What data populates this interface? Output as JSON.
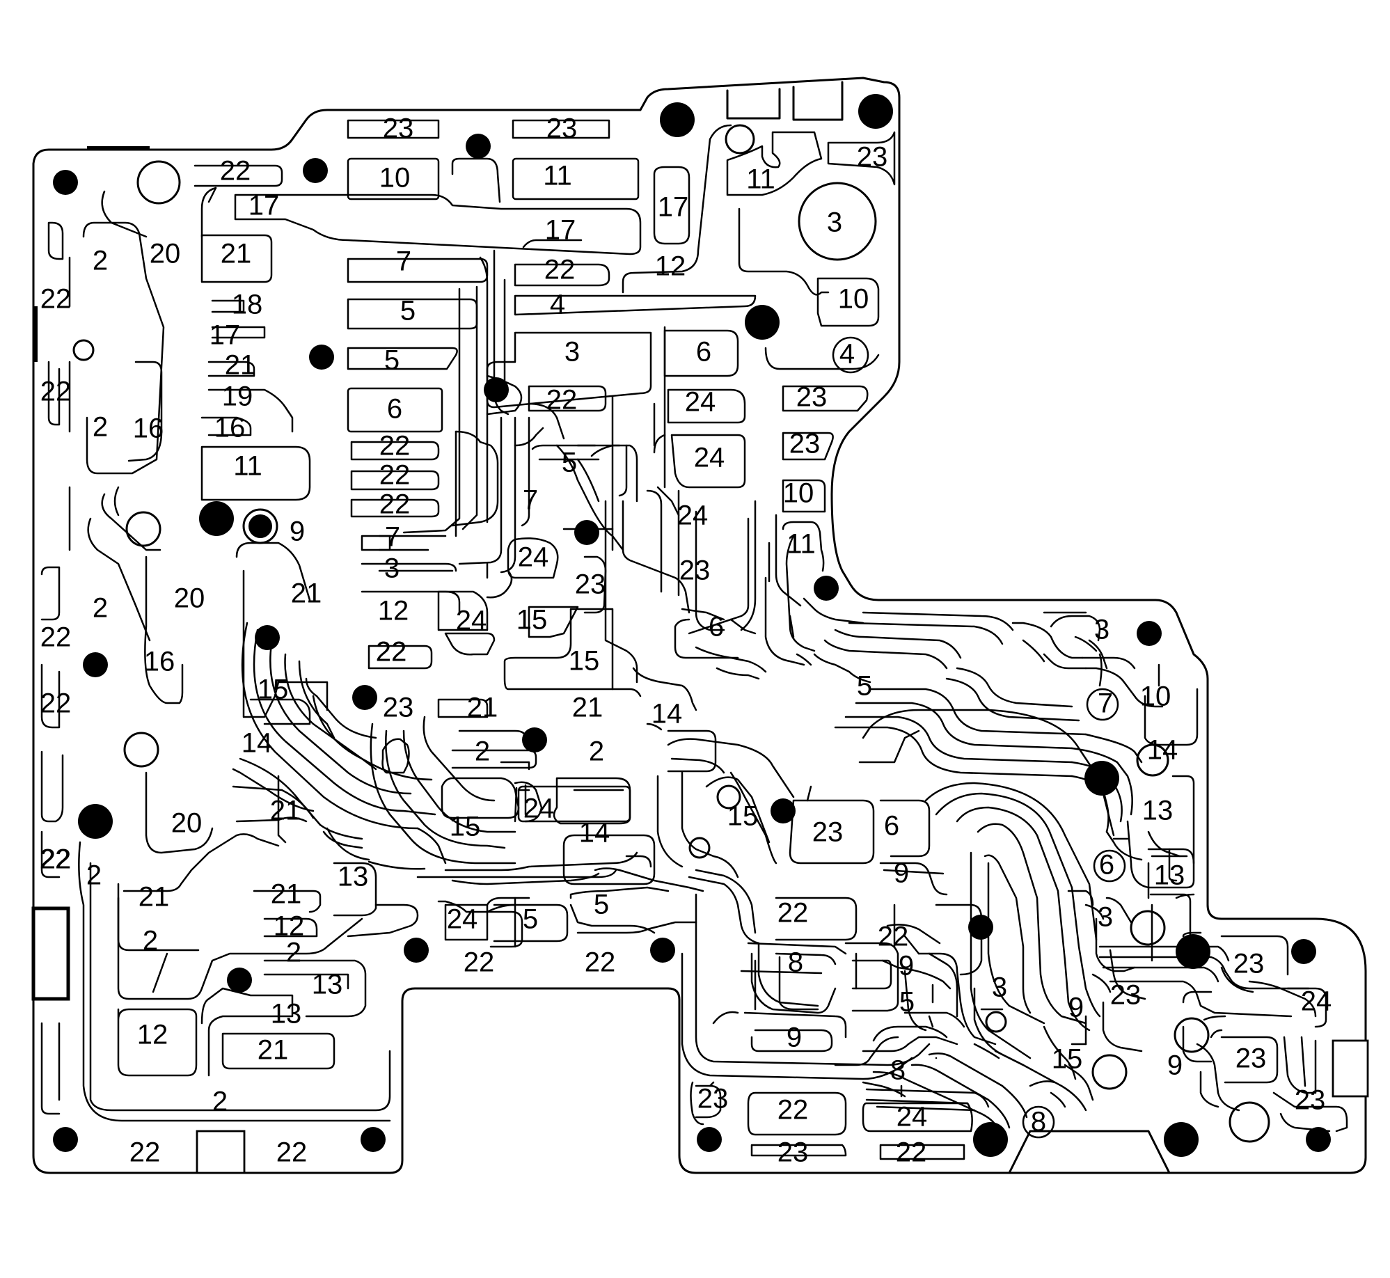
{
  "figure": {
    "description_labels": "passage numbers on valve body spacer plate / gasket",
    "labels": [
      {
        "id": "l23a",
        "text": "23"
      },
      {
        "id": "l23b",
        "text": "23"
      },
      {
        "id": "l23c",
        "text": "23"
      },
      {
        "id": "l22a",
        "text": "22"
      },
      {
        "id": "l10a",
        "text": "10"
      },
      {
        "id": "l11a",
        "text": "11"
      },
      {
        "id": "l11b",
        "text": "11"
      },
      {
        "id": "l17a",
        "text": "17"
      },
      {
        "id": "l17b",
        "text": "17"
      },
      {
        "id": "l17c",
        "text": "17"
      },
      {
        "id": "l3a",
        "text": "3"
      },
      {
        "id": "l2a",
        "text": "2"
      },
      {
        "id": "l20a",
        "text": "20"
      },
      {
        "id": "l21a",
        "text": "21"
      },
      {
        "id": "l7a",
        "text": "7"
      },
      {
        "id": "l22b",
        "text": "22"
      },
      {
        "id": "l12a",
        "text": "12"
      },
      {
        "id": "l22c",
        "text": "22"
      },
      {
        "id": "l18a",
        "text": "18"
      },
      {
        "id": "l5a",
        "text": "5"
      },
      {
        "id": "l4a",
        "text": "4"
      },
      {
        "id": "l10b",
        "text": "10"
      },
      {
        "id": "l17d",
        "text": "17"
      },
      {
        "id": "l3b",
        "text": "3"
      },
      {
        "id": "l6a",
        "text": "6"
      },
      {
        "id": "l4b",
        "text": "4"
      },
      {
        "id": "l22d",
        "text": "22"
      },
      {
        "id": "l21b",
        "text": "21"
      },
      {
        "id": "l5b",
        "text": "5"
      },
      {
        "id": "l22e",
        "text": "22"
      },
      {
        "id": "l23d",
        "text": "23"
      },
      {
        "id": "l19a",
        "text": "19"
      },
      {
        "id": "l6b",
        "text": "6"
      },
      {
        "id": "l22f",
        "text": "22"
      },
      {
        "id": "l24a",
        "text": "24"
      },
      {
        "id": "l16a",
        "text": "16"
      },
      {
        "id": "l2b",
        "text": "2"
      },
      {
        "id": "l16b",
        "text": "16"
      },
      {
        "id": "l22g",
        "text": "22"
      },
      {
        "id": "l22h",
        "text": "22"
      },
      {
        "id": "l24b",
        "text": "24"
      },
      {
        "id": "l23e",
        "text": "23"
      },
      {
        "id": "l11c",
        "text": "11"
      },
      {
        "id": "l22i",
        "text": "22"
      },
      {
        "id": "l5c",
        "text": "5"
      },
      {
        "id": "l7b",
        "text": "7"
      },
      {
        "id": "l10c",
        "text": "10"
      },
      {
        "id": "l22j",
        "text": "22"
      },
      {
        "id": "l24c",
        "text": "24"
      },
      {
        "id": "l9a",
        "text": "9"
      },
      {
        "id": "l7c",
        "text": "7"
      },
      {
        "id": "l11d",
        "text": "11"
      },
      {
        "id": "l24d",
        "text": "24"
      },
      {
        "id": "l3c",
        "text": "3"
      },
      {
        "id": "l23f",
        "text": "23"
      },
      {
        "id": "l23g",
        "text": "23"
      },
      {
        "id": "l2c",
        "text": "2"
      },
      {
        "id": "l20b",
        "text": "20"
      },
      {
        "id": "l21c",
        "text": "21"
      },
      {
        "id": "l12b",
        "text": "12"
      },
      {
        "id": "l24e",
        "text": "24"
      },
      {
        "id": "l15a",
        "text": "15"
      },
      {
        "id": "l6c",
        "text": "6"
      },
      {
        "id": "l3d",
        "text": "3"
      },
      {
        "id": "l22k",
        "text": "22"
      },
      {
        "id": "l16c",
        "text": "16"
      },
      {
        "id": "l22l",
        "text": "22"
      },
      {
        "id": "l15b",
        "text": "15"
      },
      {
        "id": "l15c",
        "text": "15"
      },
      {
        "id": "l5d",
        "text": "5"
      },
      {
        "id": "l23h",
        "text": "23"
      },
      {
        "id": "l21d",
        "text": "21"
      },
      {
        "id": "l21e",
        "text": "21"
      },
      {
        "id": "l14a",
        "text": "14"
      },
      {
        "id": "l7d",
        "text": "7"
      },
      {
        "id": "l10d",
        "text": "10"
      },
      {
        "id": "l22m",
        "text": "22"
      },
      {
        "id": "l14b",
        "text": "14"
      },
      {
        "id": "l2d",
        "text": "2"
      },
      {
        "id": "l2e",
        "text": "2"
      },
      {
        "id": "l14c",
        "text": "14"
      },
      {
        "id": "l24f",
        "text": "24"
      },
      {
        "id": "l13a",
        "text": "13"
      },
      {
        "id": "l21f",
        "text": "21"
      },
      {
        "id": "l20c",
        "text": "20"
      },
      {
        "id": "l15d",
        "text": "15"
      },
      {
        "id": "l14d",
        "text": "14"
      },
      {
        "id": "l15e",
        "text": "15"
      },
      {
        "id": "l23i",
        "text": "23"
      },
      {
        "id": "l6d",
        "text": "6"
      },
      {
        "id": "l22n",
        "text": "22"
      },
      {
        "id": "l2f",
        "text": "2"
      },
      {
        "id": "l6e",
        "text": "6"
      },
      {
        "id": "l9b",
        "text": "9"
      },
      {
        "id": "l13b",
        "text": "13"
      },
      {
        "id": "l21g",
        "text": "21"
      },
      {
        "id": "l21h",
        "text": "21"
      },
      {
        "id": "l13c",
        "text": "13"
      },
      {
        "id": "l24g",
        "text": "24"
      },
      {
        "id": "l5e",
        "text": "5"
      },
      {
        "id": "l5f",
        "text": "5"
      },
      {
        "id": "l22o",
        "text": "22"
      },
      {
        "id": "l12c",
        "text": "12"
      },
      {
        "id": "l2g",
        "text": "2"
      },
      {
        "id": "l3e",
        "text": "3"
      },
      {
        "id": "l22p",
        "text": "22"
      },
      {
        "id": "l22q",
        "text": "22"
      },
      {
        "id": "l8a",
        "text": "8"
      },
      {
        "id": "l9c",
        "text": "9"
      },
      {
        "id": "l23j",
        "text": "23"
      },
      {
        "id": "l2h",
        "text": "2"
      },
      {
        "id": "l13d",
        "text": "13"
      },
      {
        "id": "l3f",
        "text": "3"
      },
      {
        "id": "l5g",
        "text": "5"
      },
      {
        "id": "l24h",
        "text": "24"
      },
      {
        "id": "l13e",
        "text": "13"
      },
      {
        "id": "l12d",
        "text": "12"
      },
      {
        "id": "l9d",
        "text": "9"
      },
      {
        "id": "l23k",
        "text": "23"
      },
      {
        "id": "l22r",
        "text": "22"
      },
      {
        "id": "l21i",
        "text": "21"
      },
      {
        "id": "l9e",
        "text": "9"
      },
      {
        "id": "l15f",
        "text": "15"
      },
      {
        "id": "l9f",
        "text": "9"
      },
      {
        "id": "l8b",
        "text": "8"
      },
      {
        "id": "l23l",
        "text": "23"
      },
      {
        "id": "l23m",
        "text": "23"
      },
      {
        "id": "l2i",
        "text": "2"
      },
      {
        "id": "l22s",
        "text": "22"
      },
      {
        "id": "l24i",
        "text": "24"
      },
      {
        "id": "l8c",
        "text": "8"
      },
      {
        "id": "l22t",
        "text": "22"
      },
      {
        "id": "l22u",
        "text": "22"
      },
      {
        "id": "l23n",
        "text": "23"
      },
      {
        "id": "l22v",
        "text": "22"
      },
      {
        "id": "l23o",
        "text": "23"
      }
    ]
  }
}
